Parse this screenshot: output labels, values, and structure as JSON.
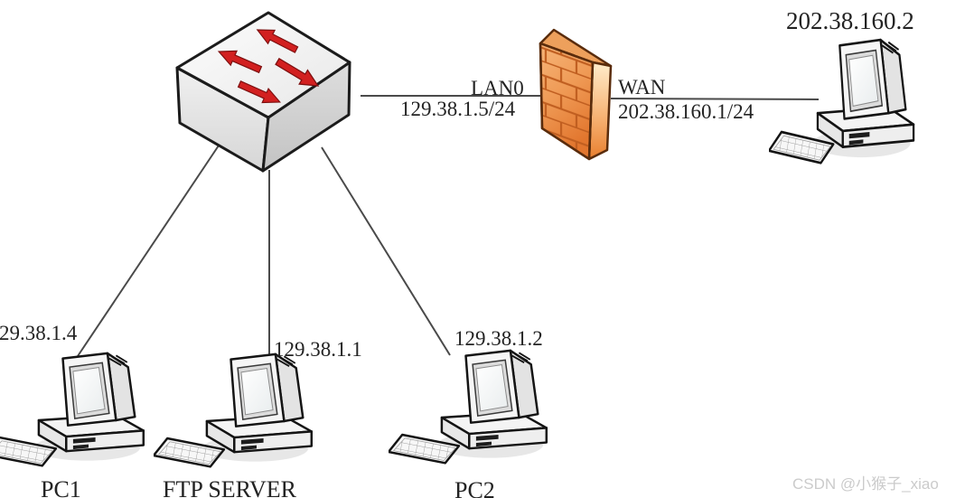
{
  "diagram": {
    "title_hint": "firewall network topology",
    "watermark": "CSDN @小猴子_xiao",
    "firewall": {
      "lan_label": "LAN0",
      "lan_ip": "129.38.1.5/24",
      "wan_label": "WAN",
      "wan_ip": "202.38.160.1/24"
    },
    "hosts": {
      "wan_host": {
        "ip": "202.38.160.2"
      },
      "pc1": {
        "name": "PC1",
        "ip": "29.38.1.4"
      },
      "ftp_server": {
        "name": "FTP SERVER",
        "ip": "129.38.1.1"
      },
      "pc2": {
        "name": "PC2",
        "ip": "129.38.1.2"
      }
    },
    "colors": {
      "firewall_orange": "#e8823a",
      "firewall_outline": "#5a2c0c",
      "arrow_red": "#d22020",
      "line_gray": "#4a4a4a",
      "watermark_gray": "#cbcbcb"
    }
  }
}
